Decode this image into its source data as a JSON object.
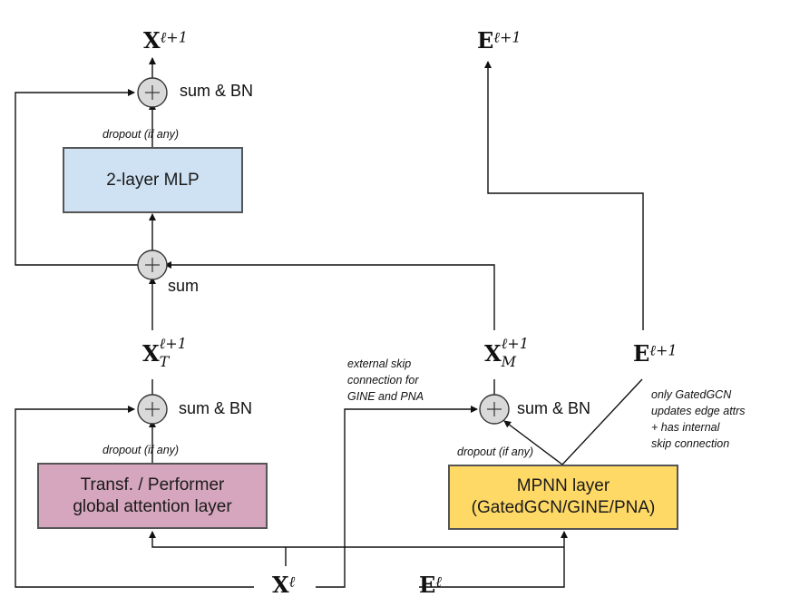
{
  "colors": {
    "mlp_fill": "#cfe2f3",
    "attention_fill": "#d5a6bd",
    "mpnn_fill": "#ffd966",
    "sum_node_fill": "#d9d9d9",
    "line": "#111111"
  },
  "blocks": {
    "mlp": "2-layer MLP",
    "attention_line1": "Transf. / Performer",
    "attention_line2": "global attention layer",
    "mpnn_line1": "MPNN layer",
    "mpnn_line2": "(GatedGCN/GINE/PNA)"
  },
  "sum_nodes": {
    "symbol": "+",
    "top_label": "sum & BN",
    "middle_label": "sum",
    "attention_label": "sum & BN",
    "mpnn_label": "sum & BN"
  },
  "annotations": {
    "dropout_top": "dropout (if any)",
    "dropout_attention": "dropout (if any)",
    "dropout_mpnn": "dropout (if any)",
    "external_skip": [
      "external skip",
      "connection for",
      "GINE and PNA"
    ],
    "gatedgcn_note": [
      "only GatedGCN",
      "updates edge attrs",
      "+ has internal",
      "skip connection"
    ]
  },
  "math_labels": {
    "x_out": {
      "base": "X",
      "sup": "ℓ+1"
    },
    "e_out": {
      "base": "E",
      "sup": "ℓ+1"
    },
    "x_t": {
      "base": "X",
      "sup": "ℓ+1",
      "sub": "T"
    },
    "x_m": {
      "base": "X",
      "sup": "ℓ+1",
      "sub": "M"
    },
    "e_mid": {
      "base": "E",
      "sup": "ℓ+1"
    },
    "x_in": {
      "base": "X",
      "sup": "ℓ"
    },
    "e_in": {
      "base": "E",
      "sup": "ℓ"
    }
  }
}
